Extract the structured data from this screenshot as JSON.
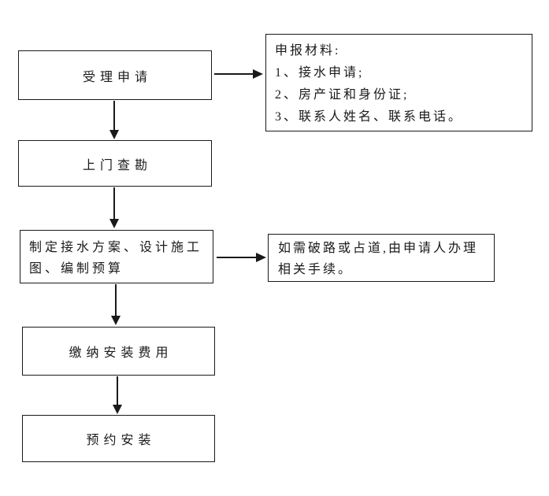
{
  "flowchart": {
    "steps": [
      {
        "label": "受理申请"
      },
      {
        "label": "上门查勘"
      },
      {
        "lines": [
          "制定接水方案、设计施工",
          "图、编制预算"
        ]
      },
      {
        "label": "缴纳安装费用"
      },
      {
        "label": "预约安装"
      }
    ],
    "notes": [
      {
        "lines": [
          "申报材料:",
          "1、接水申请;",
          "2、房产证和身份证;",
          "3、联系人姓名、联系电话。"
        ]
      },
      {
        "lines": [
          "如需破路或占道,由申请人办理",
          "相关手续。"
        ]
      }
    ],
    "colors": {
      "line": "#1a1a1a",
      "text": "#1a1a1a",
      "background": "#ffffff"
    }
  }
}
